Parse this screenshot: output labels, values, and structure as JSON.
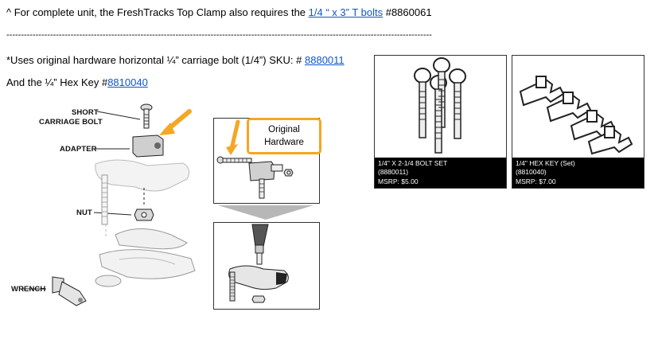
{
  "line1": {
    "prefix": "^ For complete unit, the FreshTracks Top Clamp also requires the ",
    "link": "1/4 “ x 3” T bolts",
    "suffix": " #8860061"
  },
  "divider": "--------------------------------------------------------------------------------------------------------------------------------------------------",
  "line2": {
    "prefix": "*Uses original hardware horizontal ¼” carriage bolt (1/4”) SKU: # ",
    "link": "8880011"
  },
  "line3": {
    "prefix": "And the ¼” Hex Key #",
    "link": "8810040"
  },
  "diagram": {
    "label_short_carriage_bolt_1": "SHORT",
    "label_short_carriage_bolt_2": "CARRIAGE BOLT",
    "label_adapter": "ADAPTER",
    "label_nut": "NUT",
    "label_wrench": "WRENCH",
    "callout_line1": "Original",
    "callout_line2": "Hardware"
  },
  "products": [
    {
      "title": "1/4\" X 2-1/4 BOLT SET",
      "sku": "(8880011)",
      "price": "MSRP: $5.00"
    },
    {
      "title": "1/4\" HEX KEY (Set)",
      "sku": "(8810040)",
      "price": "MSRP: $7.00"
    }
  ],
  "colors": {
    "link": "#1155cc",
    "accent": "#f5a623",
    "caption_bg": "#000000"
  }
}
